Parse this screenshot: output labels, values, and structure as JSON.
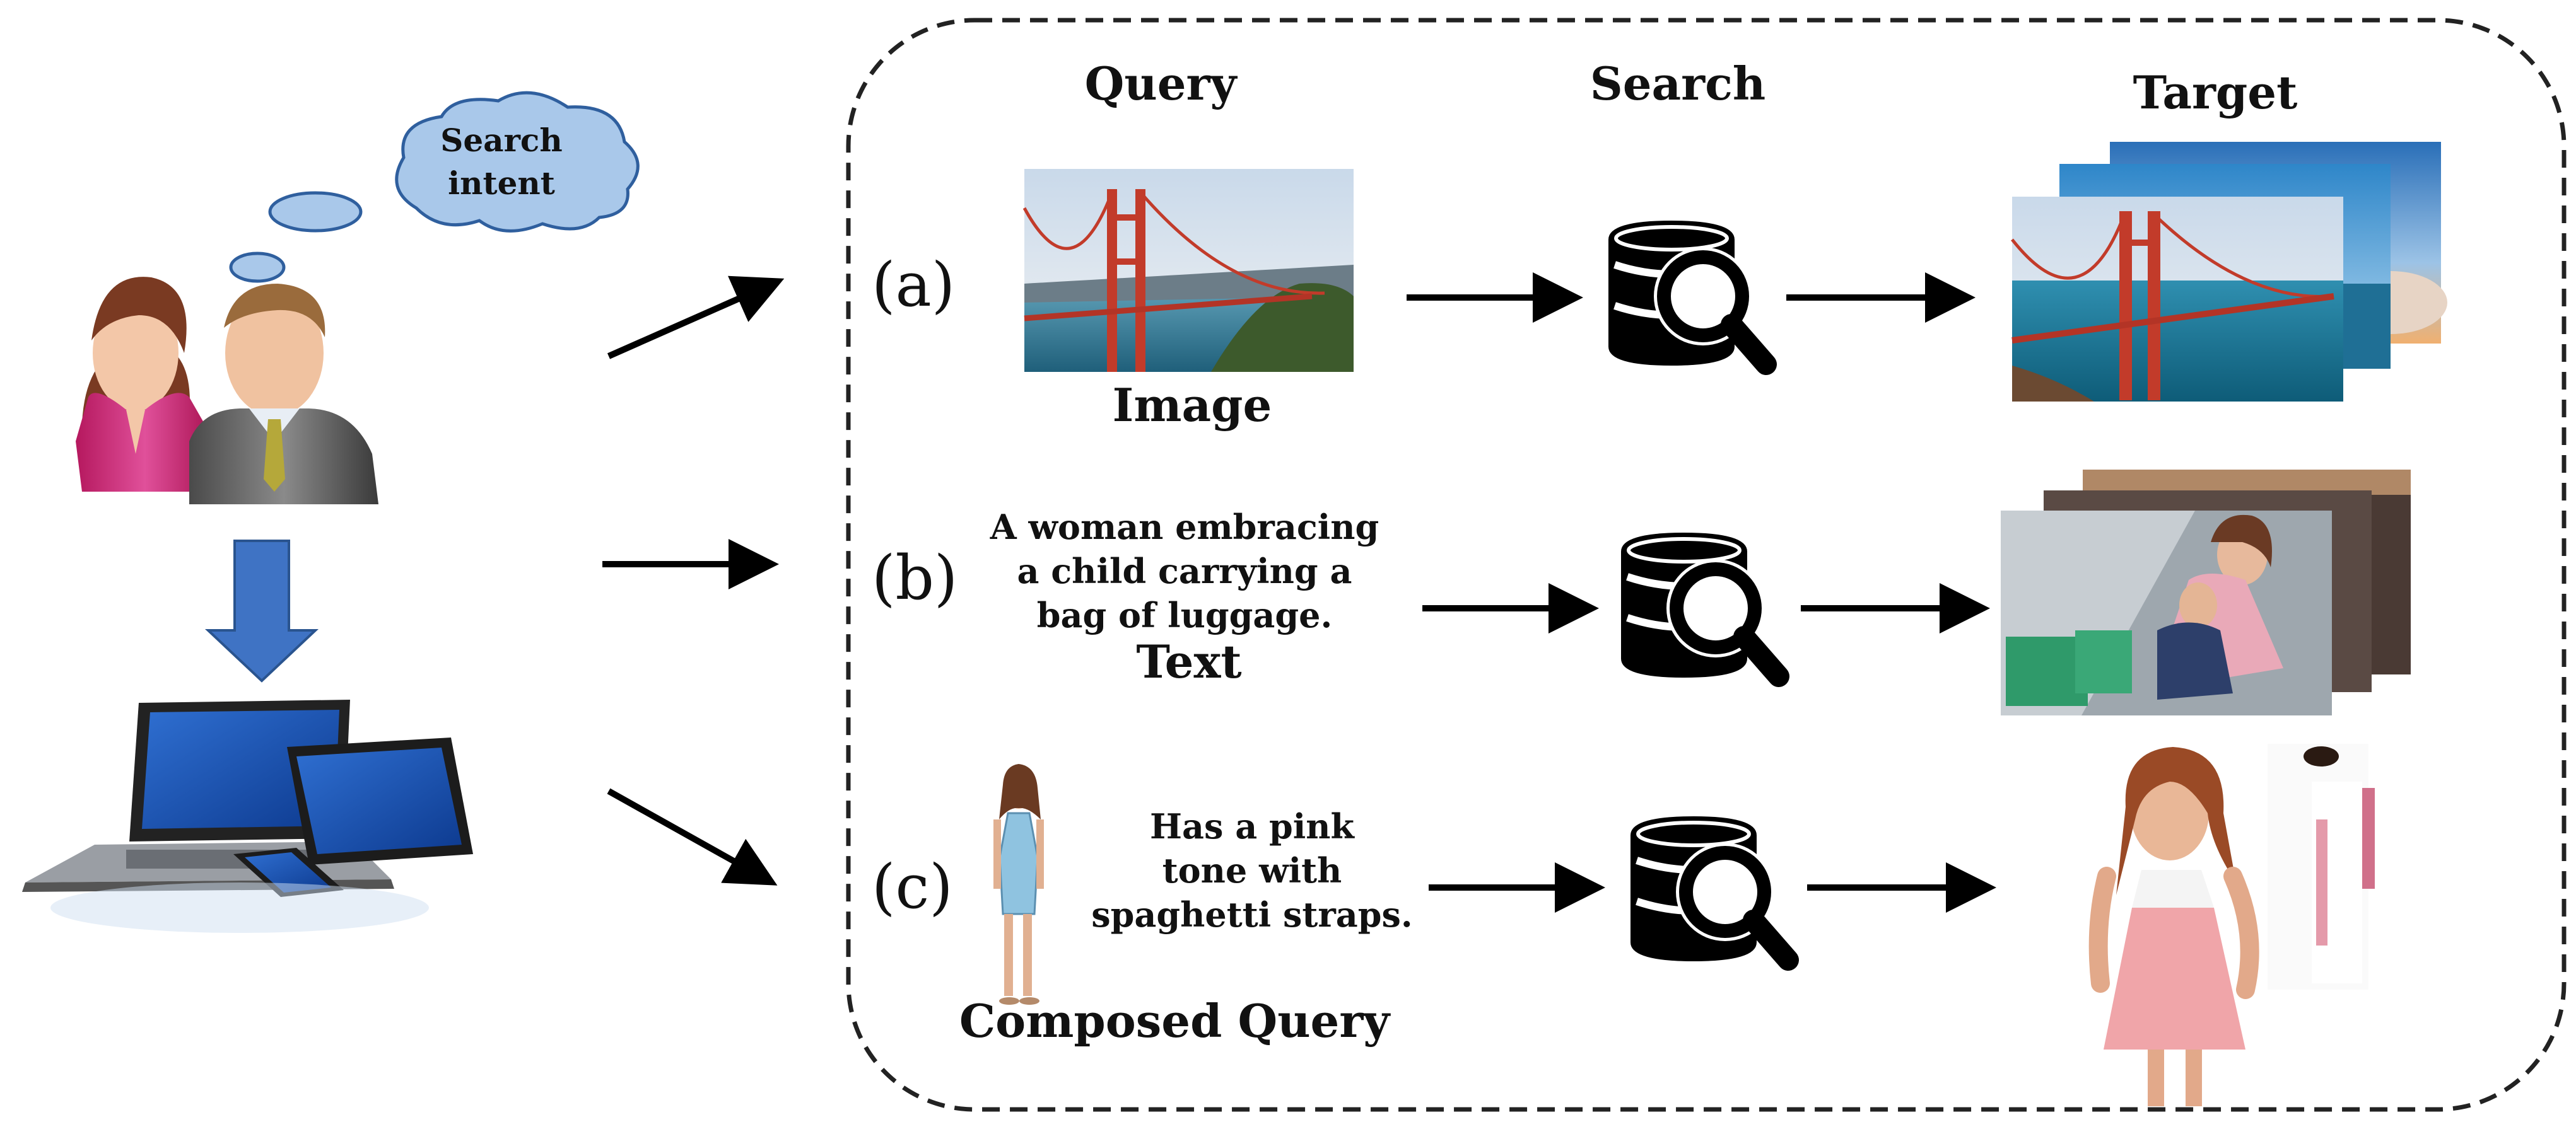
{
  "figure": {
    "thought_bubble": {
      "line1": "Search",
      "line2": "intent"
    },
    "headers": {
      "query": "Query",
      "search": "Search",
      "target": "Target"
    },
    "rows": [
      {
        "label": "(a)",
        "query_caption": "Image"
      },
      {
        "label": "(b)",
        "query_lines": [
          "A woman embracing",
          "a child carrying a",
          "bag of luggage."
        ],
        "query_caption": "Text"
      },
      {
        "label": "(c)",
        "query_lines": [
          "Has a pink",
          "tone with",
          "spaghetti straps."
        ],
        "query_caption": "Composed Query"
      }
    ],
    "colors": {
      "bubble_fill": "#a9c8ea",
      "bubble_stroke": "#2f5f9e",
      "down_arrow": "#3f73c4",
      "arrows": "#000000",
      "dashed_border": "#222222"
    }
  }
}
